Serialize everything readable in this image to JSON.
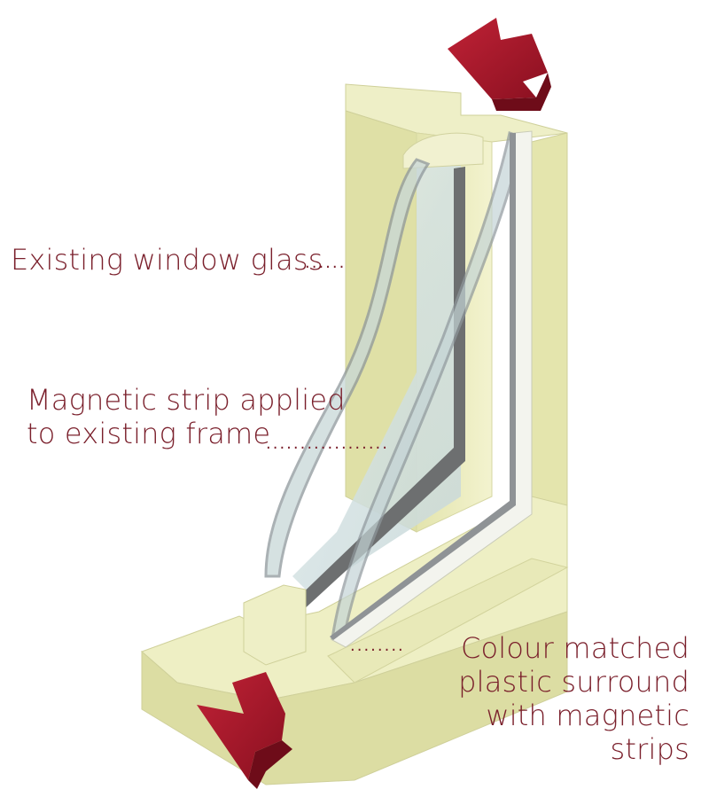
{
  "labels": {
    "glass": "Existing window glass",
    "strip_line1": "Magnetic strip applied",
    "strip_line2": "to existing frame",
    "surround_line1": "Colour matched",
    "surround_line2": "plastic surround",
    "surround_line3": "with magnetic",
    "surround_line4": "strips"
  },
  "leaders": {
    "glass": "......",
    "strip": "..................",
    "surround": "........"
  },
  "colors": {
    "label_text": "#7a1f2b",
    "arrow": "#a3162a",
    "frame_light": "#eeefc4",
    "frame_mid": "#dfe0a8",
    "frame_dark": "#c9ca8e",
    "glass": "#d6e3e4",
    "pane_edge": "#9aa3a8",
    "strip": "#6d6f70"
  },
  "icons": {
    "arrow_top": "arrow-up-left-icon",
    "arrow_bottom": "arrow-down-left-icon"
  }
}
